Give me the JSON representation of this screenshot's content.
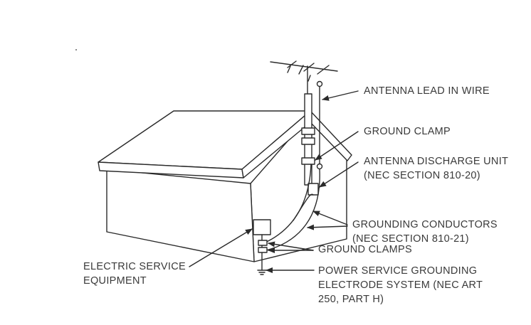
{
  "labels": {
    "antenna_lead": "ANTENNA LEAD IN WIRE",
    "ground_clamp": "GROUND CLAMP",
    "discharge_unit": [
      "ANTENNA DISCHARGE UNIT",
      "(NEC SECTION 810-20)"
    ],
    "grounding_conductors": [
      "GROUNDING CONDUCTORS",
      "(NEC SECTION 810-21)"
    ],
    "ground_clamps": "GROUND CLAMPS",
    "electric_service": [
      "ELECTRIC SERVICE",
      "EQUIPMENT"
    ],
    "power_grounding": [
      "POWER SERVICE GROUNDING",
      "ELECTRODE SYSTEM (NEC ART",
      "250, PART H)"
    ]
  },
  "colors": {
    "line": "#2a2a2a",
    "text": "#3a3a3a",
    "background": "#ffffff"
  }
}
